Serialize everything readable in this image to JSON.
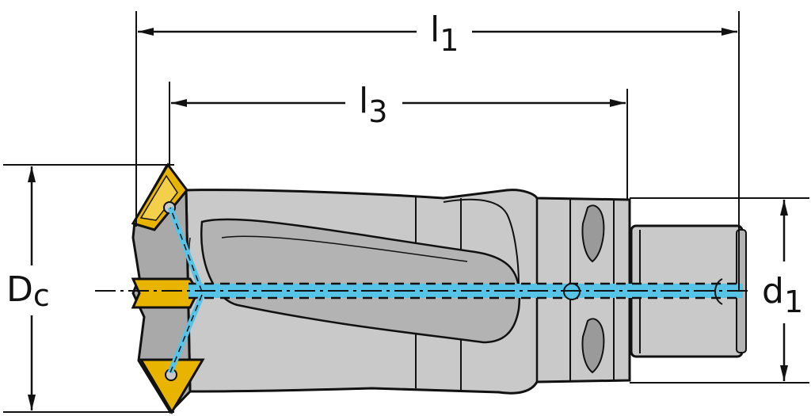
{
  "labels": {
    "l1": {
      "main": "l",
      "sub": "1"
    },
    "l3": {
      "main": "l",
      "sub": "3"
    },
    "dc": {
      "main": "D",
      "sub": "c"
    },
    "d1": {
      "main": "d",
      "sub": "1"
    }
  },
  "colors": {
    "body": "#c9c9c9",
    "body_shadow": "#9a9a9a",
    "flute": "#b3b3b3",
    "coolant": "#57c3e6",
    "insert": "#e8b400",
    "outline": "#111111"
  }
}
